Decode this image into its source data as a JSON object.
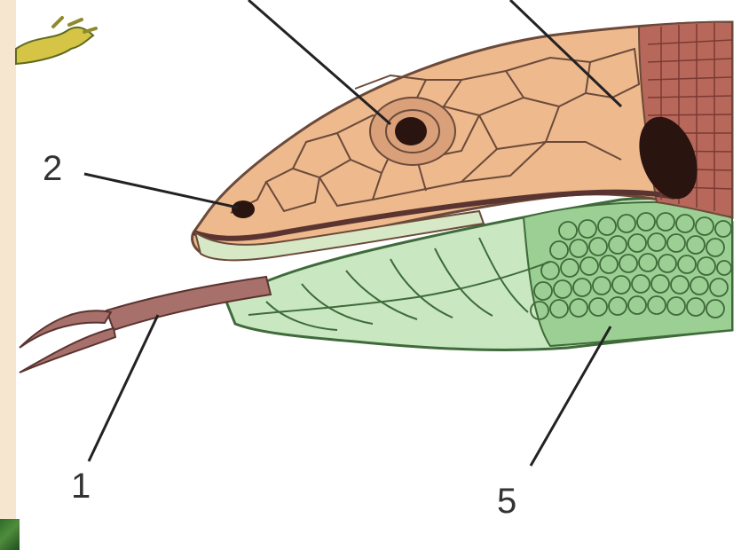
{
  "labels": {
    "tongue": "1",
    "nostril": "2",
    "throat_scales": "5"
  },
  "colors": {
    "head_top": "#eeb98d",
    "head_back": "#b8685a",
    "lower_jaw": "#c9e8c2",
    "throat": "#9bcf93",
    "tongue": "#a8706a",
    "scale_lines": "#6b4a3a",
    "green_lines": "#3f6a3a",
    "dark_spot": "#2a1410",
    "leader_lines": "#222222"
  },
  "icons": [
    "lizard-head-illustration",
    "leaf-fragment"
  ]
}
